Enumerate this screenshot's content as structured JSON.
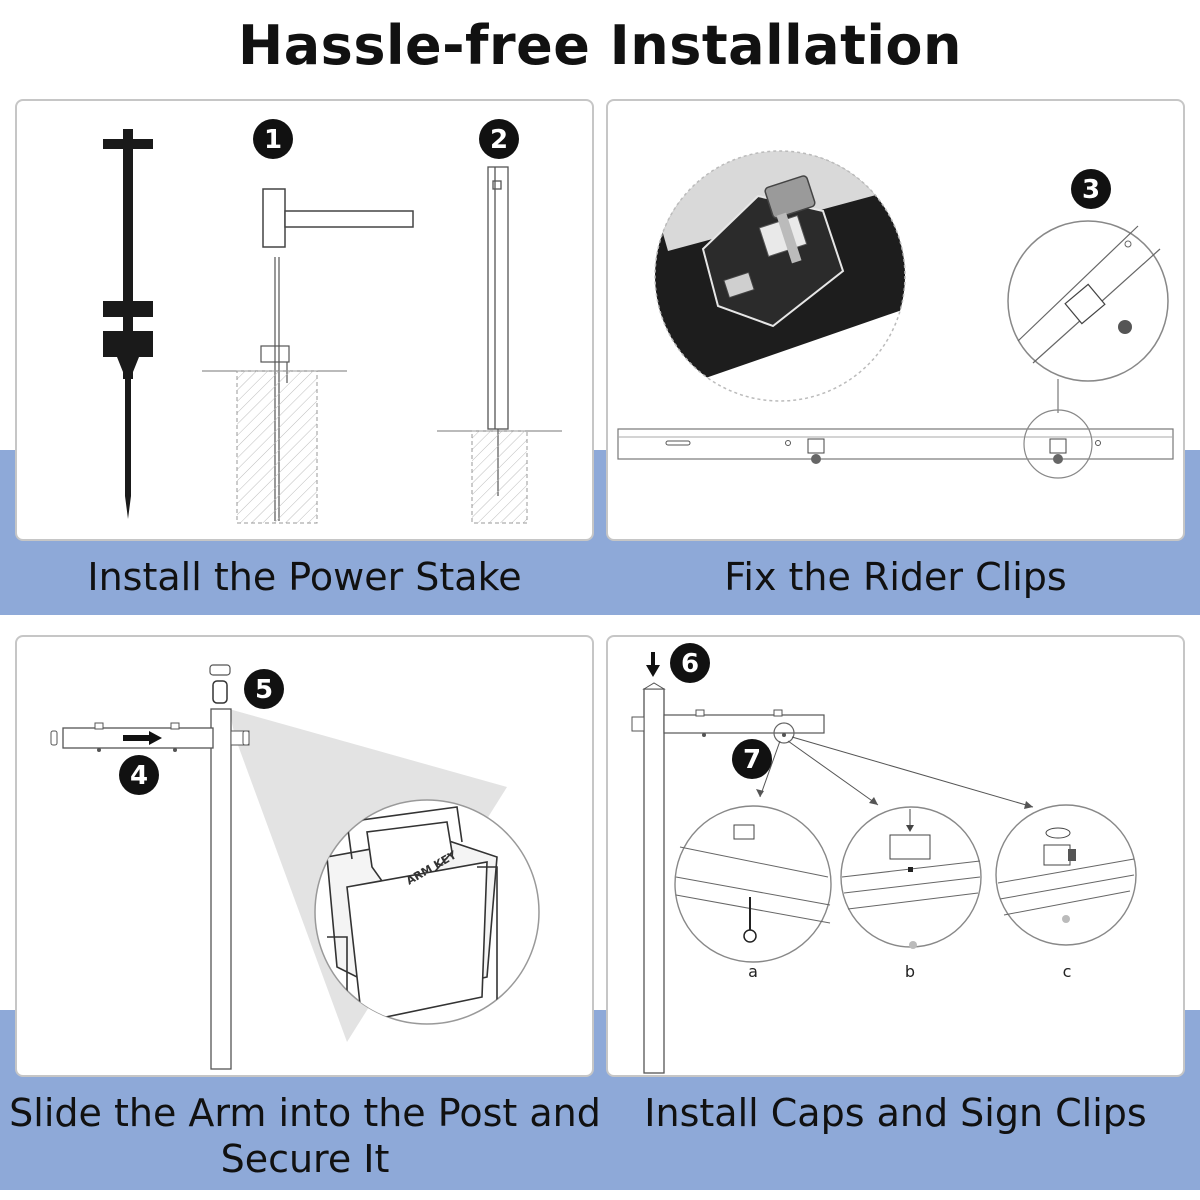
{
  "title": "Hassle-free Installation",
  "colors": {
    "band": "#8ea9d8",
    "panel_border": "#c6c6c6",
    "stake": "#1a1a1a",
    "step_badge": "#111111"
  },
  "steps": {
    "s1": "1",
    "s2": "2",
    "s3": "3",
    "s4": "4",
    "s5": "5",
    "s6": "6",
    "s7": "7"
  },
  "panels": {
    "power_stake": {
      "caption": "Install the Power Stake"
    },
    "rider_clips": {
      "caption": "Fix the Rider Clips"
    },
    "slide_arm": {
      "caption_line1": "Slide the Arm into the Post and",
      "caption_line2": "Secure It",
      "arm_key_label": "ARM KEY"
    },
    "caps_clips": {
      "caption": "Install Caps and Sign Clips",
      "detail_labels": [
        "a",
        "b",
        "c"
      ]
    }
  }
}
